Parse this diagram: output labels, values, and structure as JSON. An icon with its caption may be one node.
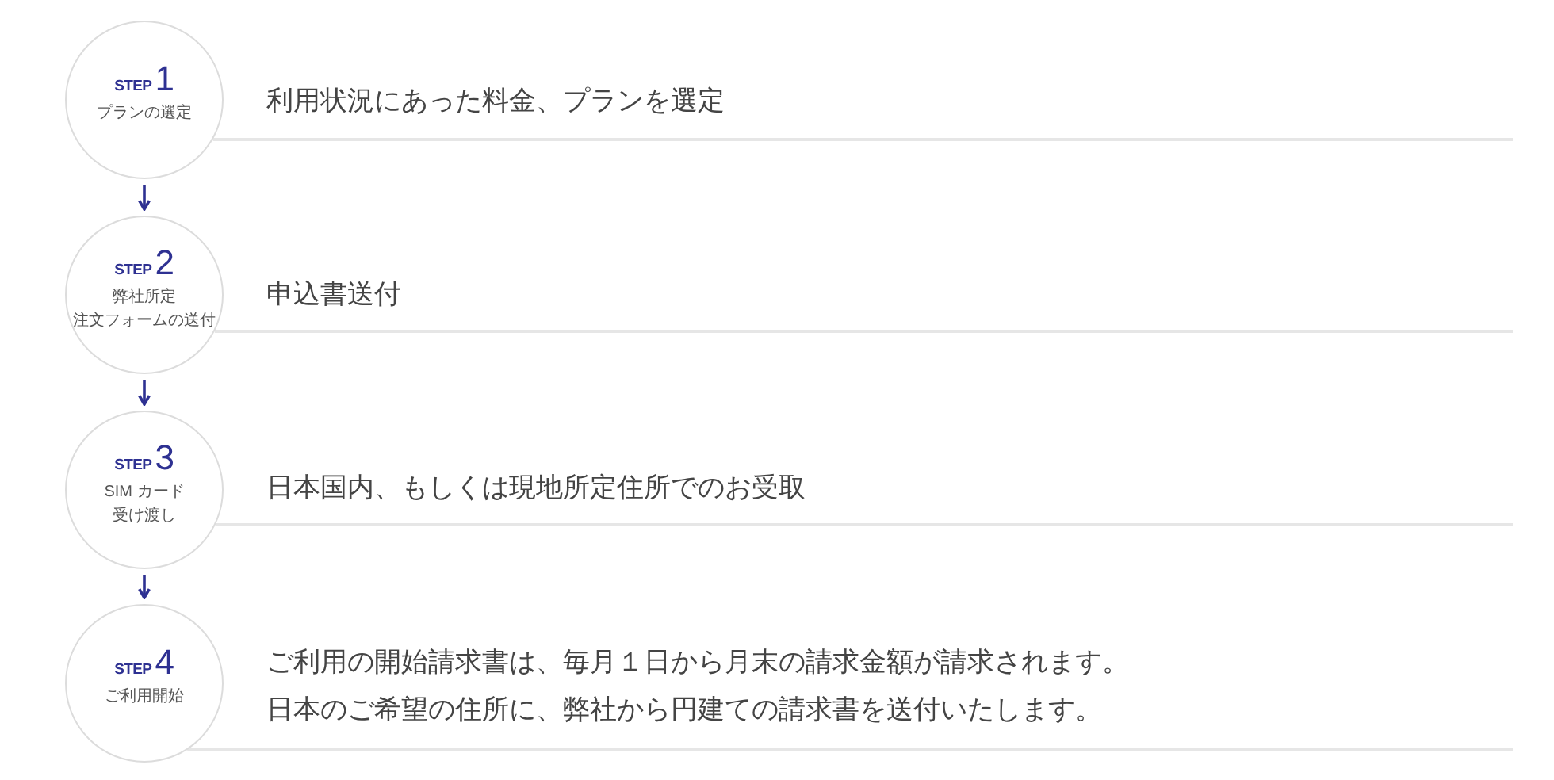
{
  "diagram": {
    "nodes": [
      {
        "text": [
          "STEP",
          "1",
          "プランの選定"
        ],
        "beside": [
          "利用状況にあった料金、プランを選定"
        ]
      },
      {
        "text": [
          "STEP",
          "2",
          "弊社所定注文フォームの送付"
        ],
        "beside": [
          "申込書送付"
        ]
      },
      {
        "text": [
          "STEP",
          "3",
          "SIM カード受け渡し"
        ],
        "beside": [
          "日本国内、もしくは現地所定住所でのお受取"
        ]
      },
      {
        "text": [
          "STEP",
          "4",
          "ご利用開始"
        ],
        "beside": [
          "ご利用の開始請求書は、毎月１日から月末の請求金額が請求されます。",
          "日本のご希望の住所に、弊社から円建ての請求書を送付いたします。"
        ]
      }
    ],
    "edges": [
      {
        "from": 0,
        "to": 1,
        "arrow": "to"
      },
      {
        "from": 1,
        "to": 2,
        "arrow": "to"
      },
      {
        "from": 2,
        "to": 3,
        "arrow": "to"
      }
    ]
  }
}
